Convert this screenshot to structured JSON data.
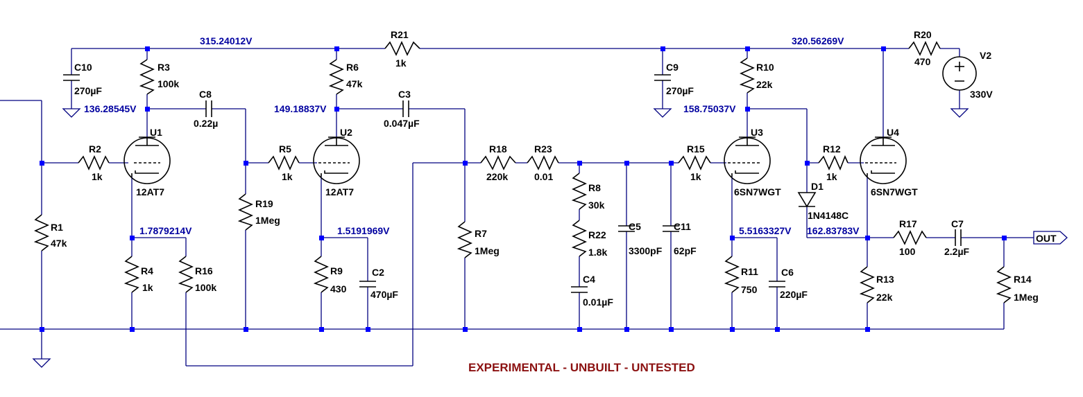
{
  "colors": {
    "wire": "#000080",
    "junction": "#0000ff",
    "voltage_text": "#0000a0",
    "note_text": "#8b1010"
  },
  "labels": {
    "R1": "R1",
    "R1v": "47k",
    "R2": "R2",
    "R2v": "1k",
    "R3": "R3",
    "R3v": "100k",
    "R4": "R4",
    "R4v": "1k",
    "R5": "R5",
    "R5v": "1k",
    "R6": "R6",
    "R6v": "47k",
    "R7": "R7",
    "R7v": "1Meg",
    "R8": "R8",
    "R8v": "30k",
    "R9": "R9",
    "R9v": "430",
    "R10": "R10",
    "R10v": "22k",
    "R11": "R11",
    "R11v": "750",
    "R12": "R12",
    "R12v": "1k",
    "R13": "R13",
    "R13v": "22k",
    "R14": "R14",
    "R14v": "1Meg",
    "R15": "R15",
    "R15v": "1k",
    "R16": "R16",
    "R16v": "100k",
    "R17": "R17",
    "R17v": "100",
    "R18": "R18",
    "R18v": "220k",
    "R19": "R19",
    "R19v": "1Meg",
    "R20": "R20",
    "R20v": "470",
    "R21": "R21",
    "R21v": "1k",
    "R22": "R22",
    "R22v": "1.8k",
    "R23": "R23",
    "R23v": "0.01",
    "C2": "C2",
    "C2v": "470µF",
    "C3": "C3",
    "C3v": "0.047µF",
    "C4": "C4",
    "C4v": "0.01µF",
    "C5": "C5",
    "C5v": "3300pF",
    "C6": "C6",
    "C6v": "220µF",
    "C7": "C7",
    "C7v": "2.2µF",
    "C8": "C8",
    "C8v": "0.22µ",
    "C9": "C9",
    "C9v": "270µF",
    "C10": "C10",
    "C10v": "270µF",
    "C11": "C11",
    "C11v": "62pF",
    "U1": "U1",
    "U1v": "12AT7",
    "U2": "U2",
    "U2v": "12AT7",
    "U3": "U3",
    "U3v": "6SN7WGT",
    "U4": "U4",
    "U4v": "6SN7WGT",
    "D1": "D1",
    "D1v": "1N4148C",
    "V2": "V2",
    "V2v": "330V",
    "out": "OUT"
  },
  "voltages": {
    "rail_left": "315.24012V",
    "rail_right": "320.56269V",
    "u1_plate": "136.28545V",
    "u1_cathode": "1.7879214V",
    "u2_plate": "149.18837V",
    "u2_cathode": "1.5191969V",
    "u3_plate": "158.75037V",
    "u3_cathode": "5.5163327V",
    "u4_cathode": "162.83783V"
  },
  "note": "EXPERIMENTAL - UNBUILT - UNTESTED"
}
